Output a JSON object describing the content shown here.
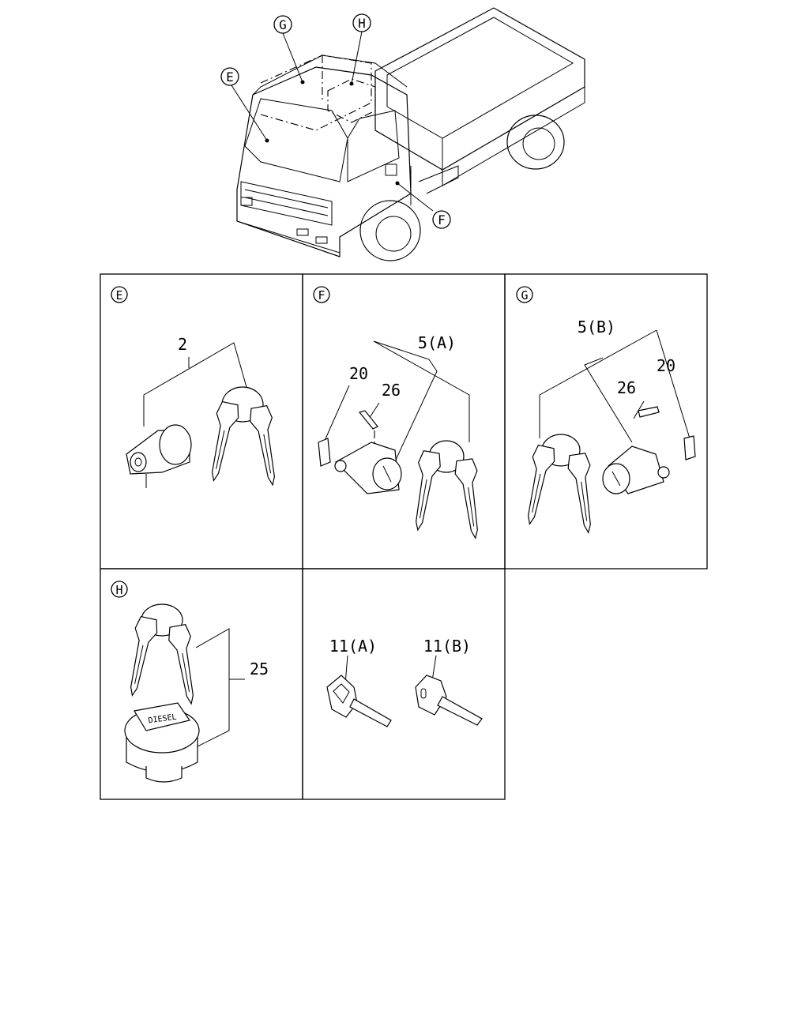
{
  "overview": {
    "callouts": [
      "G",
      "H",
      "E",
      "F"
    ]
  },
  "panels": [
    {
      "id": "E",
      "letter": "E",
      "labels": [
        "2"
      ]
    },
    {
      "id": "F",
      "letter": "F",
      "labels": [
        "5(A)",
        "20",
        "26"
      ]
    },
    {
      "id": "G",
      "letter": "G",
      "labels": [
        "5(B)",
        "26",
        "20"
      ]
    },
    {
      "id": "H",
      "letter": "H",
      "labels": [
        "25"
      ]
    },
    {
      "id": "K",
      "letter": "",
      "labels": [
        "11(A)",
        "11(B)"
      ]
    }
  ]
}
